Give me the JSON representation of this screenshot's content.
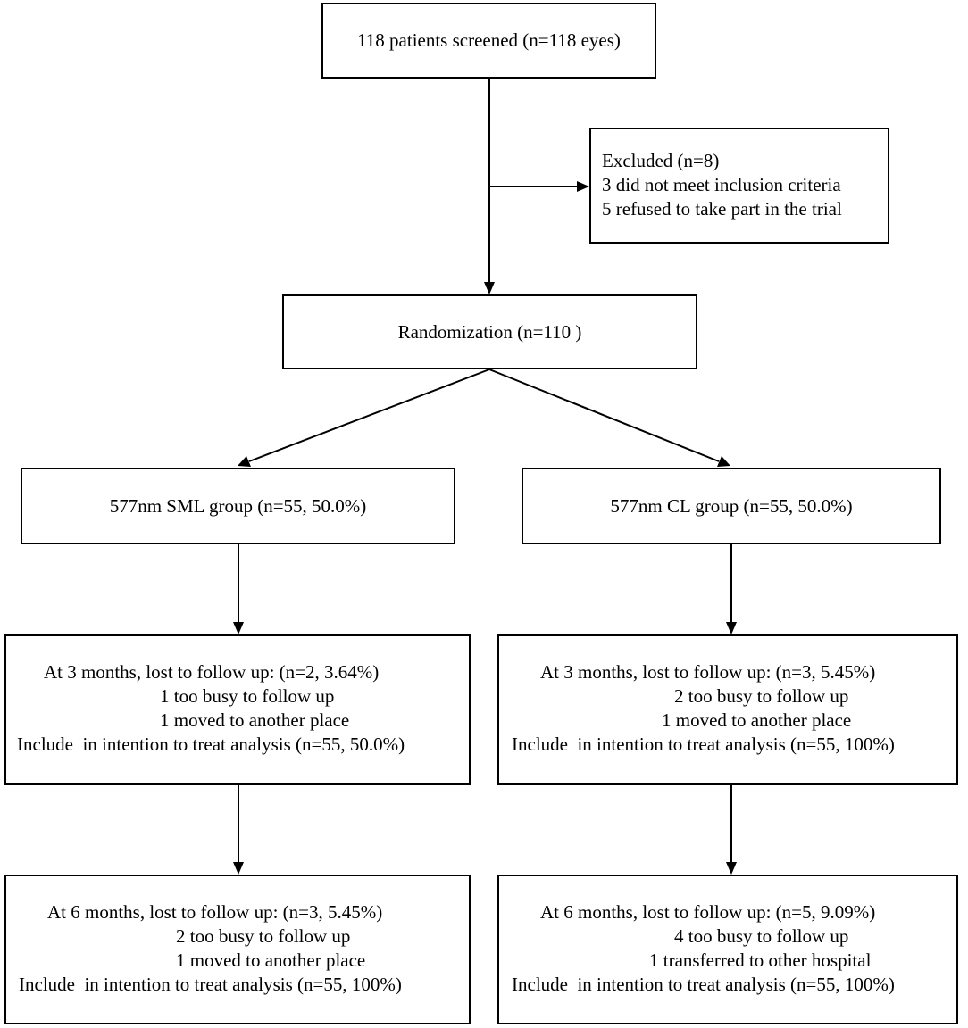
{
  "screened": "118 patients screened (n=118 eyes)",
  "excluded": {
    "title": "Excluded (n=8)",
    "reasons": [
      "3 did not meet inclusion criteria",
      "5 refused to take part in the trial"
    ]
  },
  "randomization": "Randomization (n=110 )",
  "groups": [
    {
      "label": "577nm SML  group  (n=55, 50.0%)",
      "month3": {
        "title": "At 3 months, lost to follow up: (n=2, 3.64%)",
        "reasons": [
          "1 too busy to follow up",
          "1 moved to another place"
        ],
        "itt": "Include  in intention to treat analysis (n=55, 50.0%)"
      },
      "month6": {
        "title": "At 6 months, lost to follow up: (n=3, 5.45%)",
        "reasons": [
          "2 too busy to follow up",
          "1 moved to another place"
        ],
        "itt": "Include  in intention to treat analysis (n=55, 100%)"
      }
    },
    {
      "label": "577nm CL group  (n=55, 50.0%)",
      "month3": {
        "title": "At 3 months, lost to follow up: (n=3, 5.45%)",
        "reasons": [
          "2 too busy to follow up",
          "1 moved to another place"
        ],
        "itt": "Include  in intention to treat analysis (n=55, 100%)"
      },
      "month6": {
        "title": "At 6 months, lost to follow up: (n=5, 9.09%)",
        "reasons": [
          "4 too busy to follow up",
          "1 transferred to other hospital"
        ],
        "itt": "Include  in intention to treat analysis (n=55, 100%)"
      }
    }
  ]
}
